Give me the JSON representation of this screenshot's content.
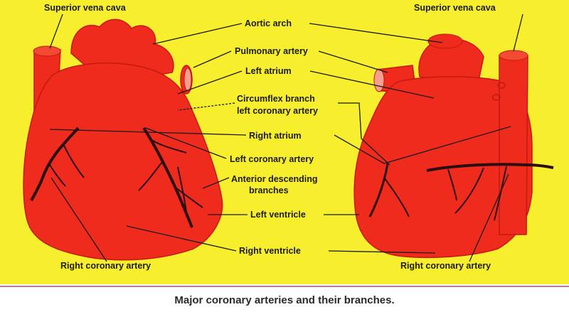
{
  "labels": {
    "superior_vena_cava_left": "Superior vena cava",
    "superior_vena_cava_right": "Superior vena cava",
    "aortic_arch": "Aortic arch",
    "pulmonary_artery": "Pulmonary artery",
    "left_atrium": "Left atrium",
    "circumflex_1": "Circumflex branch",
    "circumflex_2": "left coronary artery",
    "right_atrium": "Right atrium",
    "left_coronary_artery": "Left coronary artery",
    "anterior_descending_1": "Anterior descending",
    "anterior_descending_2": "branches",
    "left_ventricle": "Left ventricle",
    "right_ventricle": "Right ventricle",
    "right_coronary_artery_left": "Right coronary artery",
    "right_coronary_artery_right": "Right coronary artery"
  },
  "caption": "Major coronary arteries and their branches.",
  "colors": {
    "background": "#f7ef2e",
    "heart": "#ee2b1d",
    "heart_edge": "#c41a10",
    "vessel": "#2a0e12",
    "leader": "#1c1a1a"
  }
}
